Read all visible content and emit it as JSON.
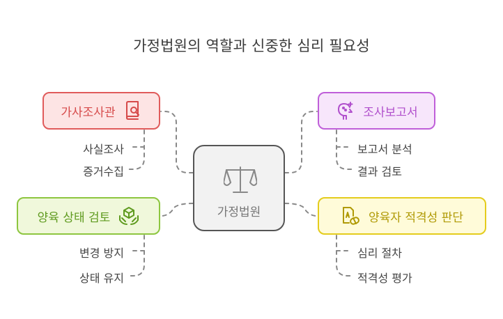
{
  "title": "가정법원의 역할과 신중한 심리 필요성",
  "center": {
    "label": "가정법원",
    "icon": "scale-icon"
  },
  "branches": {
    "top_left": {
      "label": "가사조사관",
      "icon": "book-search-icon",
      "color": "#e05b5b",
      "items": [
        "사실조사",
        "증거수집"
      ]
    },
    "top_right": {
      "label": "조사보고서",
      "icon": "head-sparkle-icon",
      "color": "#bf5fd9",
      "items": [
        "보고서 분석",
        "결과 검토"
      ]
    },
    "bottom_left": {
      "label": "양육 상태 검토",
      "icon": "hands-box-icon",
      "color": "#8dc63f",
      "items": [
        "변경 방지",
        "상태 유지"
      ]
    },
    "bottom_right": {
      "label": "양육자 적격성 판단",
      "icon": "document-pills-icon",
      "color": "#e4cc1c",
      "items": [
        "심리 절차",
        "적격성 평가"
      ]
    }
  }
}
